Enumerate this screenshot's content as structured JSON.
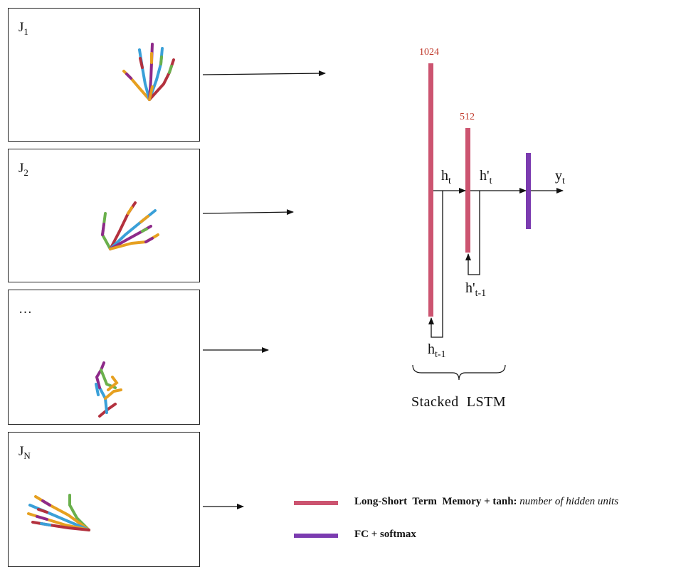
{
  "frames": [
    {
      "label_main": "J",
      "label_sub": "1"
    },
    {
      "label_main": "J",
      "label_sub": "2"
    },
    {
      "label_main": "…",
      "label_sub": ""
    },
    {
      "label_main": "J",
      "label_sub": "N"
    }
  ],
  "lstm": {
    "layer1_units": "1024",
    "layer2_units": "512",
    "h_t": {
      "main": "h",
      "sub": "t"
    },
    "h_prime_t": {
      "main": "h'",
      "sub": "t"
    },
    "y_t": {
      "main": "y",
      "sub": "t"
    },
    "h_t_minus_1": {
      "main": "h",
      "sub": "t-1"
    },
    "h_prime_t_minus_1": {
      "main": "h'",
      "sub": "t-1"
    },
    "caption": "Stacked  LSTM"
  },
  "legend": {
    "lstm_bold": "Long-Short  Term  Memory + tanh:",
    "lstm_italic": "number of hidden units",
    "fc": "FC + softmax"
  },
  "colors": {
    "lstm": "#cc5470",
    "fc": "#7b3bb0",
    "units_text": "#c0392b"
  }
}
